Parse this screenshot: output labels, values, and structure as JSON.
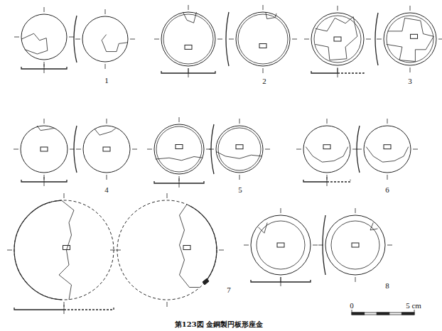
{
  "diagram": {
    "caption": "第123図 金銅製円板形座金",
    "labels": [
      "1",
      "2",
      "3",
      "4",
      "5",
      "6",
      "7",
      "8",
      "0",
      "5 cm"
    ]
  }
}
